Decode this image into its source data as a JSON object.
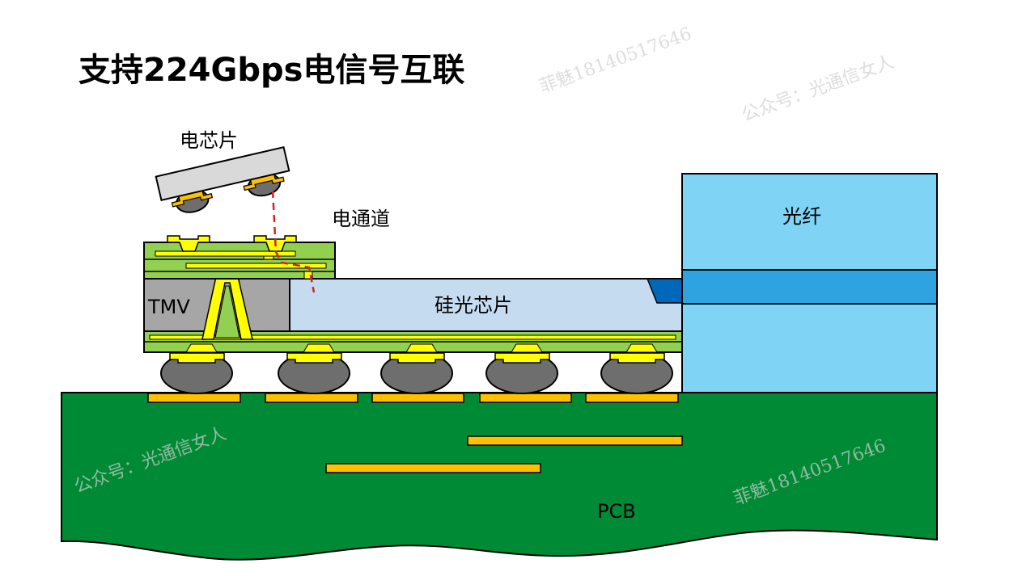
{
  "title": "支持224Gbps电信号互联",
  "labels": {
    "electrical_chip": "电芯片",
    "electrical_channel": "电通道",
    "tmv": "TMV",
    "silicon_photonic_chip": "硅光芯片",
    "fiber": "光纤",
    "pcb": "PCB"
  },
  "watermarks": {
    "account": "公众号：光通信女人",
    "phone": "菲魅18140517646"
  },
  "colors": {
    "pcb": "#008a35",
    "pad": "#ffc000",
    "substrate": "#92d050",
    "trace": "#ffff00",
    "silicon": "#c5dcf0",
    "fiber": "#7fd4f5",
    "fiber_core": "#2ea3e0",
    "signal_path": "#e02020"
  }
}
